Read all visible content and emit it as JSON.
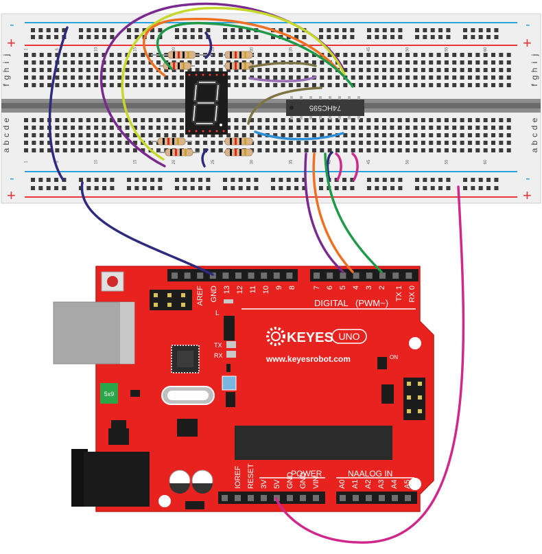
{
  "breadboard": {
    "row_letters": [
      "a",
      "b",
      "c",
      "d",
      "e",
      "f",
      "g",
      "h",
      "i",
      "j"
    ],
    "column_numbers": [
      "1",
      "5",
      "10",
      "15",
      "20",
      "25",
      "30",
      "35",
      "40",
      "45",
      "50",
      "55",
      "60"
    ],
    "rail_plus": "+",
    "rail_minus": "-",
    "chip_label": "74HC595"
  },
  "arduino": {
    "brand": "KEYES",
    "model": "UNO",
    "website": "www.keyesrobot.com",
    "digital_label": "DIGITAL",
    "pwm_label": "(PWM~)",
    "power_label": "POWER",
    "analog_label": "NAALOG IN",
    "top_pins": [
      "AREF",
      "GND",
      "13",
      "12",
      "11",
      "10",
      "9",
      "8"
    ],
    "top_pins_right": [
      "7",
      "6",
      "5",
      "4",
      "3",
      "2",
      "TX 1",
      "RX 0"
    ],
    "bottom_pins": [
      "IOREF",
      "RESET",
      "3V",
      "5V",
      "GND",
      "GND",
      "VIN"
    ],
    "analog_pins": [
      "A0",
      "A1",
      "A2",
      "A3",
      "A4",
      "A5"
    ],
    "led_labels": [
      "L",
      "TX",
      "RX",
      "ON"
    ],
    "crystal_label": "5x9"
  },
  "colors": {
    "board_red": "#e8231f",
    "rail_blue": "#29a3dc",
    "rail_red": "#e8343a",
    "wire_navy": "#2e2a7f",
    "wire_purple": "#7a2a8f",
    "wire_lime": "#c6d92b",
    "wire_orange": "#ef6f23",
    "wire_green": "#1e9a48",
    "wire_olive": "#7d7443",
    "wire_lavender": "#9b6fb6",
    "wire_blue": "#2d8fd5",
    "wire_magenta": "#d0288a"
  }
}
